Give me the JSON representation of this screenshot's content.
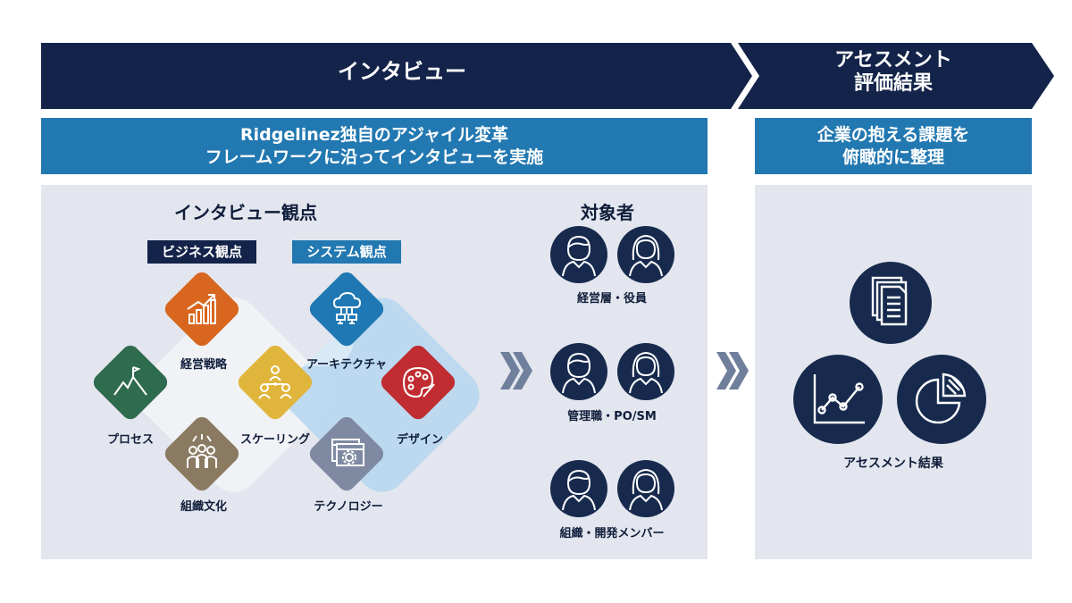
{
  "header": {
    "interview_label": "インタビュー",
    "assessment_line1": "アセスメント",
    "assessment_line2": "評価結果"
  },
  "subheader": {
    "left_line1": "Ridgelinez独自のアジャイル変革",
    "left_line2": "フレームワークに沿ってインタビューを実施",
    "right_line1": "企業の抱える課題を",
    "right_line2": "俯瞰的に整理"
  },
  "perspectives": {
    "title": "インタビュー観点",
    "business_tag": "ビジネス観点",
    "system_tag": "システム観点",
    "items": {
      "strategy": "経営戦略",
      "process": "プロセス",
      "culture": "組織文化",
      "scaling": "スケーリング",
      "architecture": "アーキテクチャ",
      "design": "デザイン",
      "technology": "テクノロジー"
    }
  },
  "targets": {
    "title": "対象者",
    "groups": [
      "経営層・役員",
      "管理職・PO/SM",
      "組織・開発メンバー"
    ]
  },
  "result": {
    "label": "アセスメント結果"
  },
  "colors": {
    "navy": "#13234a",
    "blue": "#2278b1",
    "panel": "#e3e6ee",
    "orange": "#d8661f",
    "green": "#2f6b4f",
    "brown": "#8a7a61",
    "yellow": "#e0b53b",
    "teal_blue": "#1f78b3",
    "red": "#c02c31",
    "slate": "#7f8aa2"
  }
}
